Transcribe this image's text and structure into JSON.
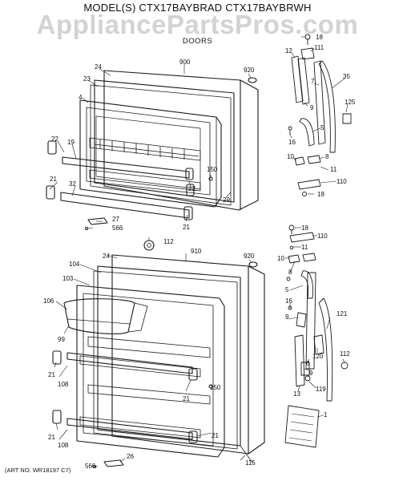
{
  "header": {
    "title": "MODEL(S) CTX17BAYBRAD  CTX17BAYBRWH",
    "watermark": "AppliancePartsPros.com",
    "section": "DOORS"
  },
  "footer": {
    "art_no": "(ART NO. WR18197  C7)"
  },
  "callouts": {
    "freezer_door": [
      "24",
      "900",
      "920",
      "23",
      "4",
      "22",
      "19",
      "22",
      "150",
      "21",
      "32",
      "29",
      "27",
      "566",
      "21"
    ],
    "freezer_hinge": [
      "18",
      "12",
      "111",
      "7",
      "35",
      "9",
      "125",
      "5",
      "16",
      "10",
      "8",
      "11",
      "110",
      "18"
    ],
    "fresh_food_door": [
      "112",
      "24",
      "910",
      "920",
      "104",
      "103",
      "106",
      "99",
      "21",
      "108",
      "21",
      "150",
      "21",
      "108",
      "21",
      "566",
      "26",
      "115"
    ],
    "fresh_food_hinge": [
      "18",
      "110",
      "11",
      "10",
      "8",
      "5",
      "16",
      "9",
      "121",
      "120",
      "112",
      "6",
      "9",
      "119",
      "13",
      "1"
    ]
  }
}
